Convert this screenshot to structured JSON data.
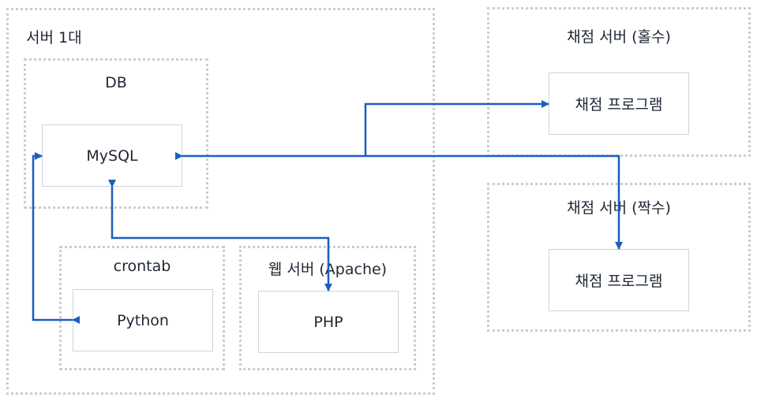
{
  "colors": {
    "arrow": "#1a5fbf",
    "text": "#1f2733",
    "node_border": "#cfd3da",
    "group_border": "#cbcdd1"
  },
  "groups": {
    "server": {
      "label": "서버 1대"
    },
    "db": {
      "label": "DB"
    },
    "crontab": {
      "label": "crontab"
    },
    "web": {
      "label": "웹 서버 (Apache)"
    },
    "grader_odd": {
      "label": "채점 서버 (홀수)"
    },
    "grader_even": {
      "label": "채점 서버 (짝수)"
    }
  },
  "nodes": {
    "mysql": {
      "label": "MySQL"
    },
    "python": {
      "label": "Python"
    },
    "php": {
      "label": "PHP"
    },
    "grader_odd_program": {
      "label": "채점 프로그램"
    },
    "grader_even_program": {
      "label": "채점 프로그램"
    }
  },
  "edges": [
    {
      "from": "python",
      "to": "mysql",
      "bidirectional": true
    },
    {
      "from": "mysql",
      "to": "php",
      "bidirectional": true
    },
    {
      "from": "grader_odd_program",
      "to": "mysql",
      "bidirectional": true
    },
    {
      "from": "grader_even_program",
      "to": "mysql",
      "bidirectional": true
    }
  ]
}
